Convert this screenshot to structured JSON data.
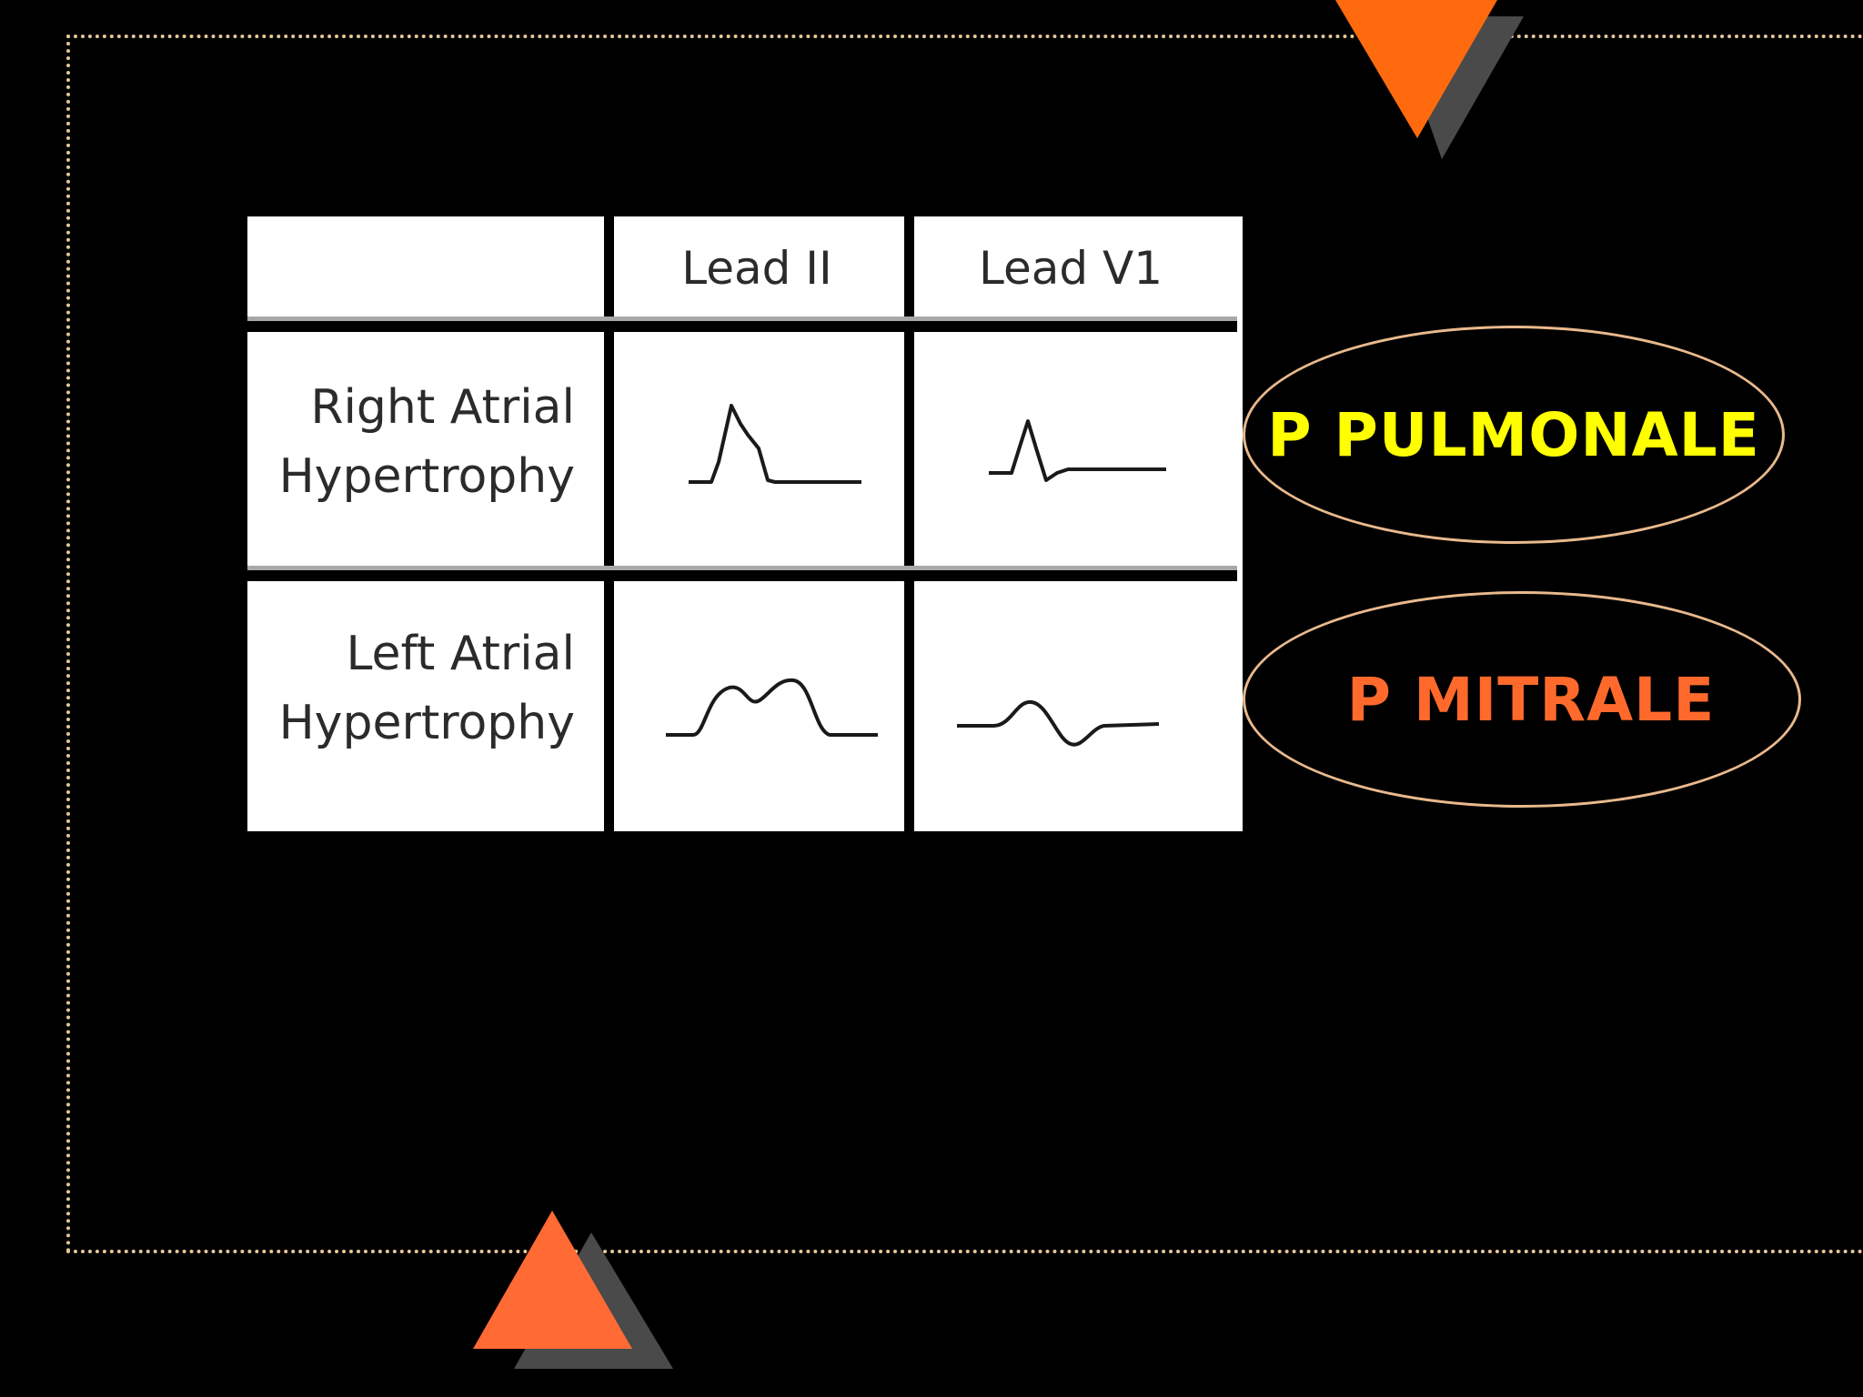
{
  "table": {
    "headers": [
      "Lead II",
      "Lead V1"
    ],
    "rows": [
      {
        "line1": "Right Atrial",
        "line2": "Hypertrophy"
      },
      {
        "line1": "Left Atrial",
        "line2": "Hypertrophy"
      }
    ]
  },
  "labels": {
    "pulmonale": "P PULMONALE",
    "mitrale": "P MITRALE"
  },
  "colors": {
    "background": "#000000",
    "accent_orange": "#ff6a1a",
    "pulmonale_text": "#ffff00",
    "mitrale_text": "#ff6a2c",
    "oval_border": "#e9b98d",
    "frame_dots": "#e6c79a"
  }
}
